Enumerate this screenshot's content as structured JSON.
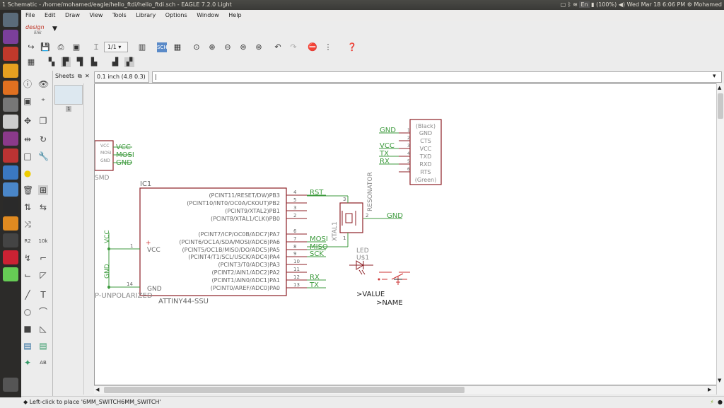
{
  "window": {
    "title": "1 Schematic - /home/mohamed/eagle/hello_ftdi/hello_ftdi.sch - EAGLE 7.2.0 Light",
    "keyboard": "En",
    "battery": "(100%)",
    "clock": "Wed Mar 18  6:06 PM",
    "user": "Mohamed"
  },
  "menu": [
    "File",
    "Edit",
    "Draw",
    "View",
    "Tools",
    "Library",
    "Options",
    "Window",
    "Help"
  ],
  "logo": {
    "line1": "design",
    "line2": "link"
  },
  "toolbar": {
    "sheet_select": "1/1"
  },
  "sheets": {
    "title": "Sheets",
    "sheet_number": "1"
  },
  "coord": {
    "grid": "0.1 inch (4.8 0.3)",
    "command": "|"
  },
  "status": {
    "text": "Left-click to place '6MM_SWITCH6MM_SWITCH'"
  },
  "schematic": {
    "left_conn": {
      "pins": [
        "VCC",
        "MOSI",
        "GND"
      ],
      "nets": [
        "VCC",
        "MOSI",
        "GND"
      ],
      "label": "SMD",
      "inner": [
        "VCC",
        "MOSI",
        "GND"
      ]
    },
    "ic": {
      "name": "IC1",
      "value": "ATTINY44-SSU",
      "pins_right": [
        {
          "num": "4",
          "label": "(PCINT11/RESET/DW)PB3",
          "net": "RST"
        },
        {
          "num": "5",
          "label": "(PCINT10/INT0/OC0A/CKOUT)PB2",
          "net": ""
        },
        {
          "num": "3",
          "label": "(PCINT9/XTAL2)PB1",
          "net": ""
        },
        {
          "num": "2",
          "label": "(PCINT8/XTAL1/CLKI)PB0",
          "net": ""
        },
        {
          "num": "6",
          "label": "(PCINT7/ICP/OC0B/ADC7)PA7",
          "net": ""
        },
        {
          "num": "7",
          "label": "(PCINT6/OC1A/SDA/MOSI/ADC6)PA6",
          "net": "MOSI"
        },
        {
          "num": "8",
          "label": "(PCINT5/OC1B/MISO/DO/ADC5)PA5",
          "net": "MISO"
        },
        {
          "num": "9",
          "label": "(PCINT4/T1/SCL/USCK/ADC4)PA4",
          "net": "SCK"
        },
        {
          "num": "10",
          "label": "(PCINT3/T0/ADC3)PA3",
          "net": ""
        },
        {
          "num": "11",
          "label": "(PCINT2/AIN1/ADC2)PA2",
          "net": ""
        },
        {
          "num": "12",
          "label": "(PCINT1/AIN0/ADC1)PA1",
          "net": "RX"
        },
        {
          "num": "13",
          "label": "(PCINT0/AREF/ADC0)PA0",
          "net": "TX"
        }
      ],
      "vcc_num": "1",
      "vcc_label": "VCC",
      "gnd_num": "14",
      "gnd_label": "GND",
      "vcc_net": "VCC",
      "gnd_net": "GND",
      "cap_label": "P-UNPOLARIZED"
    },
    "ftdi": {
      "pins": [
        "(Black)",
        "GND",
        "CTS",
        "VCC",
        "TXD",
        "RXD",
        "RTS",
        "(Green)"
      ],
      "nets": [
        "GND",
        "",
        "VCC",
        "TX",
        "RX",
        ""
      ],
      "nums": [
        "1",
        "2",
        "3",
        "4",
        "5",
        "6"
      ]
    },
    "resonator": {
      "label": "RESONATOR",
      "xtal": "XTAL1",
      "net": "GND",
      "nums": [
        "3",
        "1",
        "2"
      ]
    },
    "led": {
      "label": "LED",
      "name": "U$1"
    },
    "switch": {
      "value": ">VALUE",
      "name": ">NAME"
    }
  }
}
